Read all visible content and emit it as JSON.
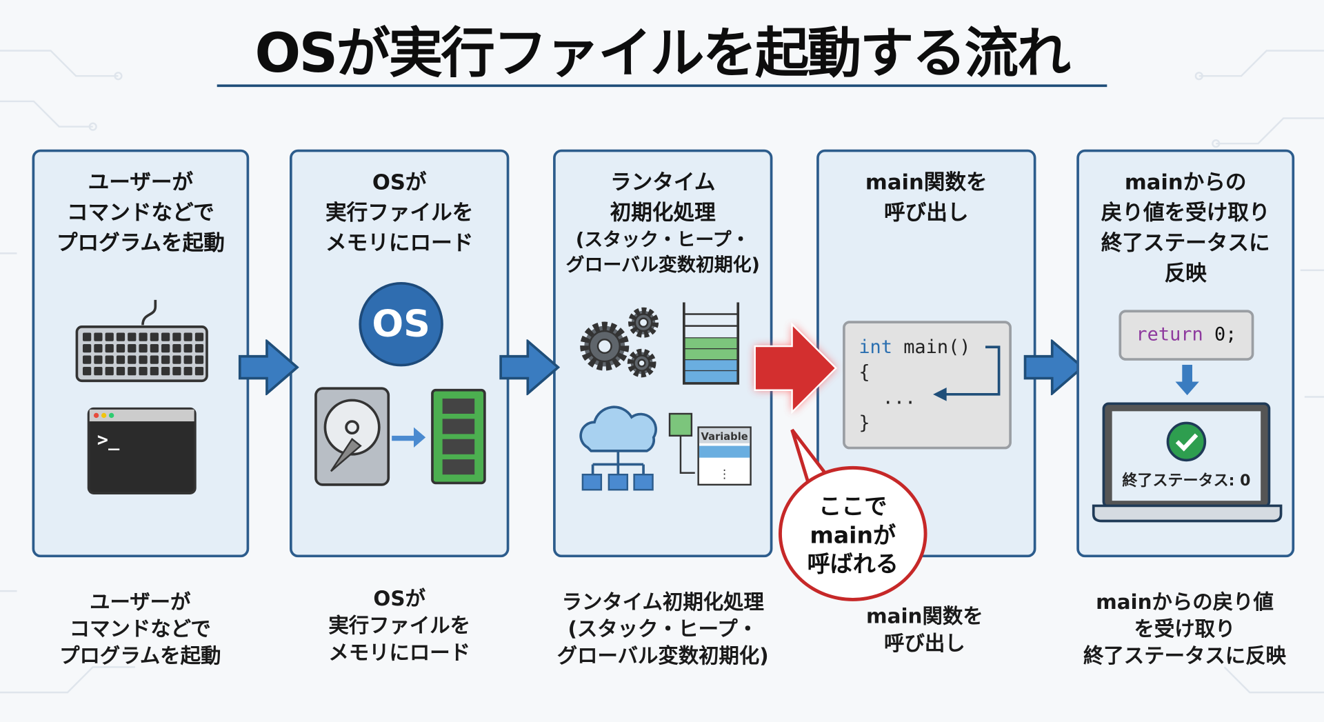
{
  "title": "OSが実行ファイルを起動する流れ",
  "steps": [
    {
      "heading": [
        "ユーザーが",
        "コマンドなどで",
        "プログラムを起動"
      ],
      "caption": [
        "ユーザーが",
        "コマンドなどで",
        "プログラムを起動"
      ],
      "terminal_prompt": ">_"
    },
    {
      "heading": [
        "OSが",
        "実行ファイルを",
        "メモリにロード"
      ],
      "caption": [
        "OSが",
        "実行ファイルを",
        "メモリにロード"
      ],
      "os_badge": "OS"
    },
    {
      "heading": [
        "ランタイム",
        "初期化処理",
        "(スタック・ヒープ・",
        "グローバル変数初期化)"
      ],
      "caption": [
        "ランタイム初期化処理",
        "(スタック・ヒープ・",
        "グローバル変数初期化)"
      ],
      "variable_label": "Variable"
    },
    {
      "heading": [
        "main関数を",
        "呼び出し"
      ],
      "caption": [
        "main関数を",
        "呼び出し"
      ],
      "code": {
        "keyword": "int",
        "signature": " main()",
        "open": "{",
        "body": "...",
        "close": "}"
      },
      "callout": [
        "ここで",
        "mainが",
        "呼ばれる"
      ]
    },
    {
      "heading": [
        "mainからの",
        "戻り値を受け取り",
        "終了ステータスに",
        "反映"
      ],
      "caption": [
        "mainからの戻り値",
        "を受け取り",
        "終了ステータスに反映"
      ],
      "return_code": {
        "keyword": "return",
        "value": " 0;"
      },
      "status_text": "終了ステータス: 0"
    }
  ],
  "colors": {
    "panel_border": "#2c5c8c",
    "panel_bg": "#e4eef7",
    "arrow": "#3a7cc0",
    "highlight_arrow": "#d32f2f",
    "success": "#2e9e4f",
    "keyword_blue": "#2a6fb0",
    "keyword_purple": "#8e3a9e"
  }
}
